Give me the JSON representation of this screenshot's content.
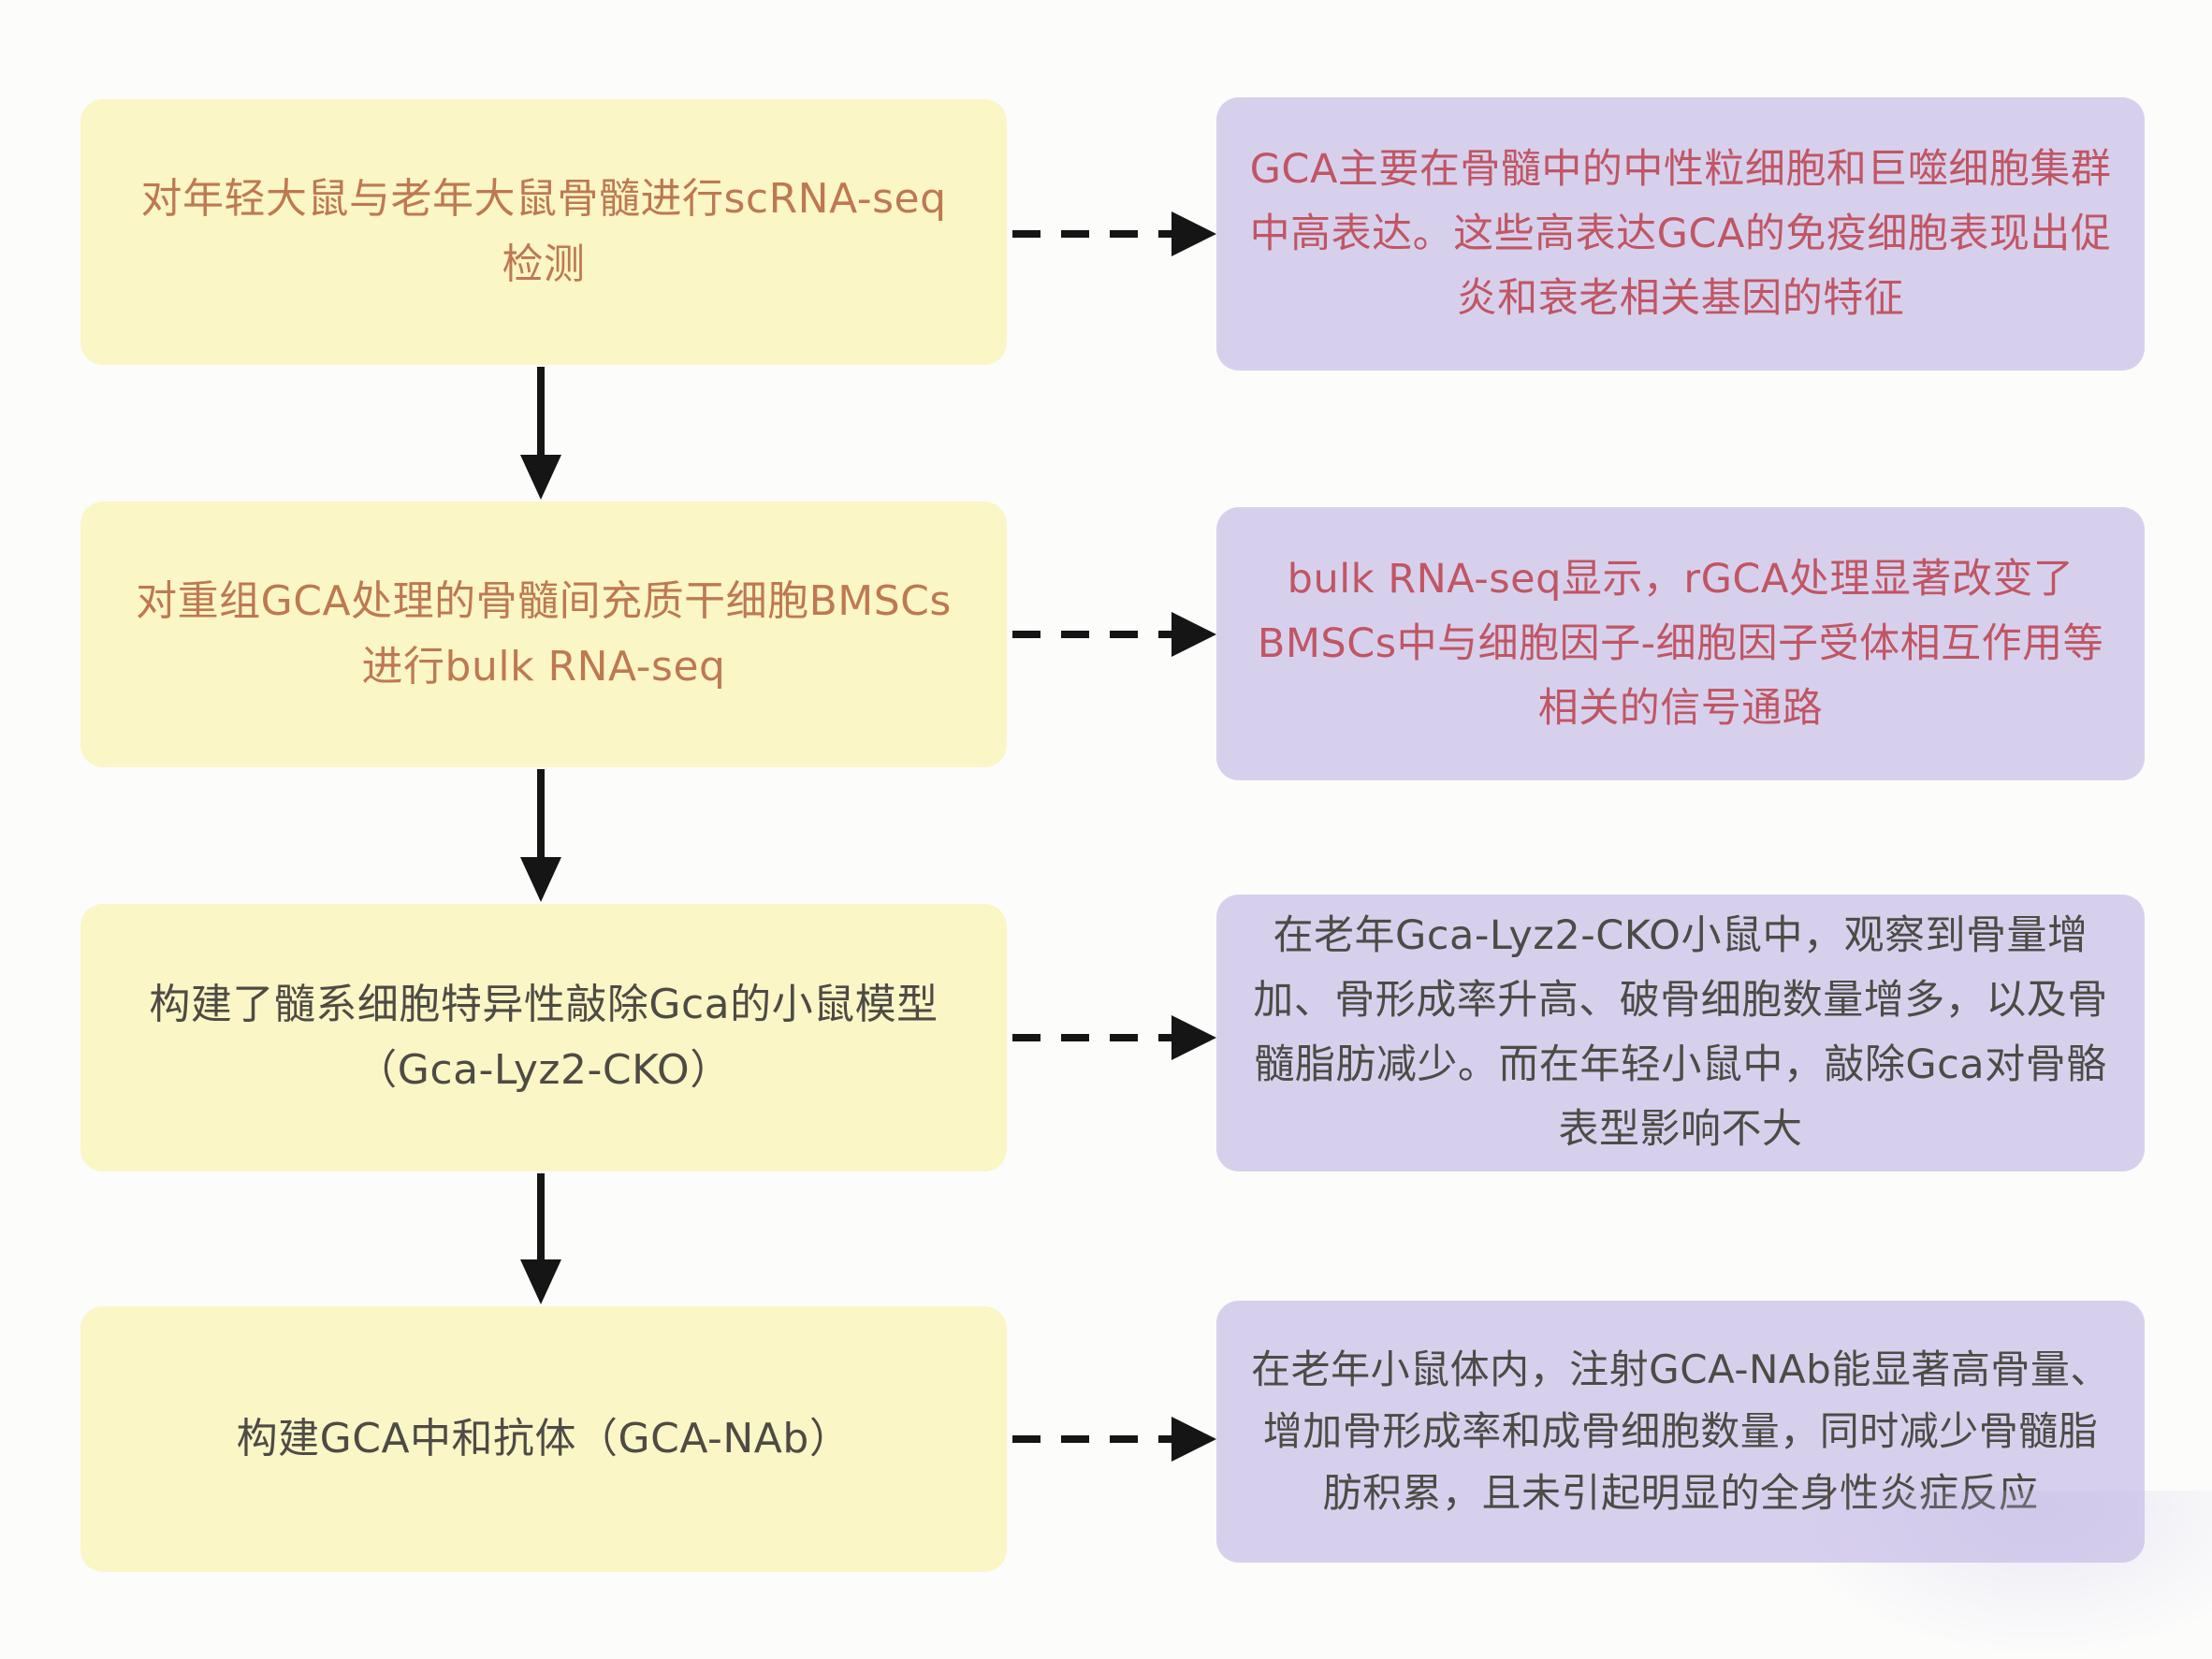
{
  "colors": {
    "page_bg": "#FCFCFB",
    "step_box_bg": "#FAF6C6",
    "result_box_bg": "#D7D0ED",
    "step_text_warm": "#BE7952",
    "result_text_red": "#C05663",
    "dark_text": "#4E4B45",
    "arrow": "#151515"
  },
  "flowchart": {
    "rows": [
      {
        "step": "对年轻大鼠与老年大鼠骨髓进行scRNA-seq检测",
        "result": "GCA主要在骨髓中的中性粒细胞和巨噬细胞集群中高表达。这些高表达GCA的免疫细胞表现出促炎和衰老相关基因的特征"
      },
      {
        "step": "对重组GCA处理的骨髓间充质干细胞BMSCs进行bulk RNA-seq",
        "result": "bulk RNA-seq显示，rGCA处理显著改变了BMSCs中与细胞因子-细胞因子受体相互作用等相关的信号通路"
      },
      {
        "step": "构建了髓系细胞特异性敲除Gca的小鼠模型（Gca-Lyz2-CKO）",
        "result": "在老年Gca-Lyz2-CKO小鼠中，观察到骨量增加、骨形成率升高、破骨细胞数量增多，以及骨髓脂肪减少。而在年轻小鼠中，敲除Gca对骨骼表型影响不大"
      },
      {
        "step": "构建GCA中和抗体（GCA-NAb）",
        "result": "在老年小鼠体内，注射GCA-NAb能显著高骨量、增加骨形成率和成骨细胞数量，同时减少骨髓脂肪积累，且未引起明显的全身性炎症反应"
      }
    ]
  }
}
